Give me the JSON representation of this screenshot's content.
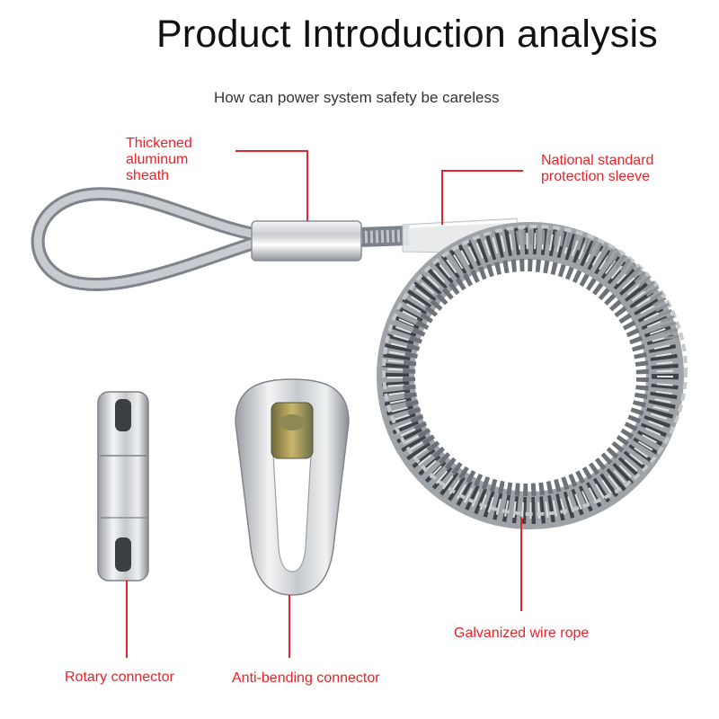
{
  "header": {
    "title": "Product Introduction analysis",
    "subtitle": "How can power system safety be careless"
  },
  "callouts": {
    "sheath_line1": "Thickened",
    "sheath_line2": "aluminum",
    "sheath_line3": "sheath",
    "sleeve_line1": "National standard",
    "sleeve_line2": "protection sleeve",
    "wire_rope": "Galvanized wire rope",
    "rotary": "Rotary connector",
    "anti_bending": "Anti-bending connector"
  },
  "colors": {
    "title": "#111111",
    "callout": "#e8232a",
    "metal": "#a9adb2"
  }
}
